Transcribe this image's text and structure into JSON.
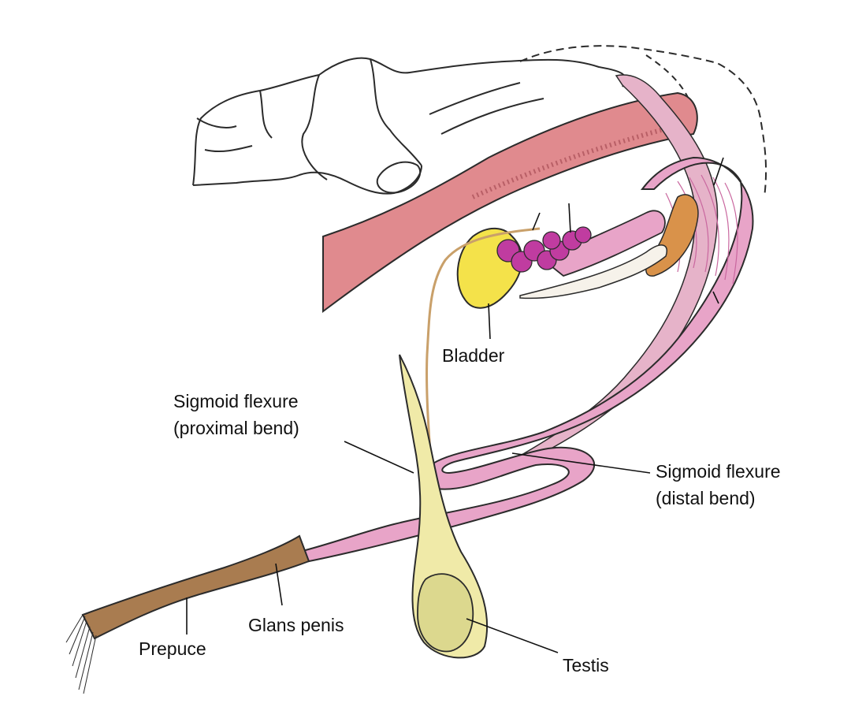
{
  "diagram": {
    "labels": {
      "bladder": "Bladder",
      "sigmoid_proximal": [
        "Sigmoid flexure",
        "(proximal bend)"
      ],
      "sigmoid_distal": [
        "Sigmoid flexure",
        "(distal bend)"
      ],
      "glans_penis": "Glans penis",
      "prepuce": "Prepuce",
      "testis": "Testis"
    },
    "colors": {
      "outline": "#2b2b2b",
      "rectum": "#e08a8e",
      "penis": "#e8a4c8",
      "penis_dark": "#c9679f",
      "accessory_gland": "#c03ca0",
      "bladder": "#f4e24a",
      "prostate": "#d9924a",
      "testis_cord": "#f0eaa8",
      "testis": "#dcd88e",
      "prepuce": "#a97c50",
      "glans": "#d42f8a",
      "duct": "#c9a06a",
      "label_text": "#111111",
      "leader_line": "#111111"
    }
  }
}
